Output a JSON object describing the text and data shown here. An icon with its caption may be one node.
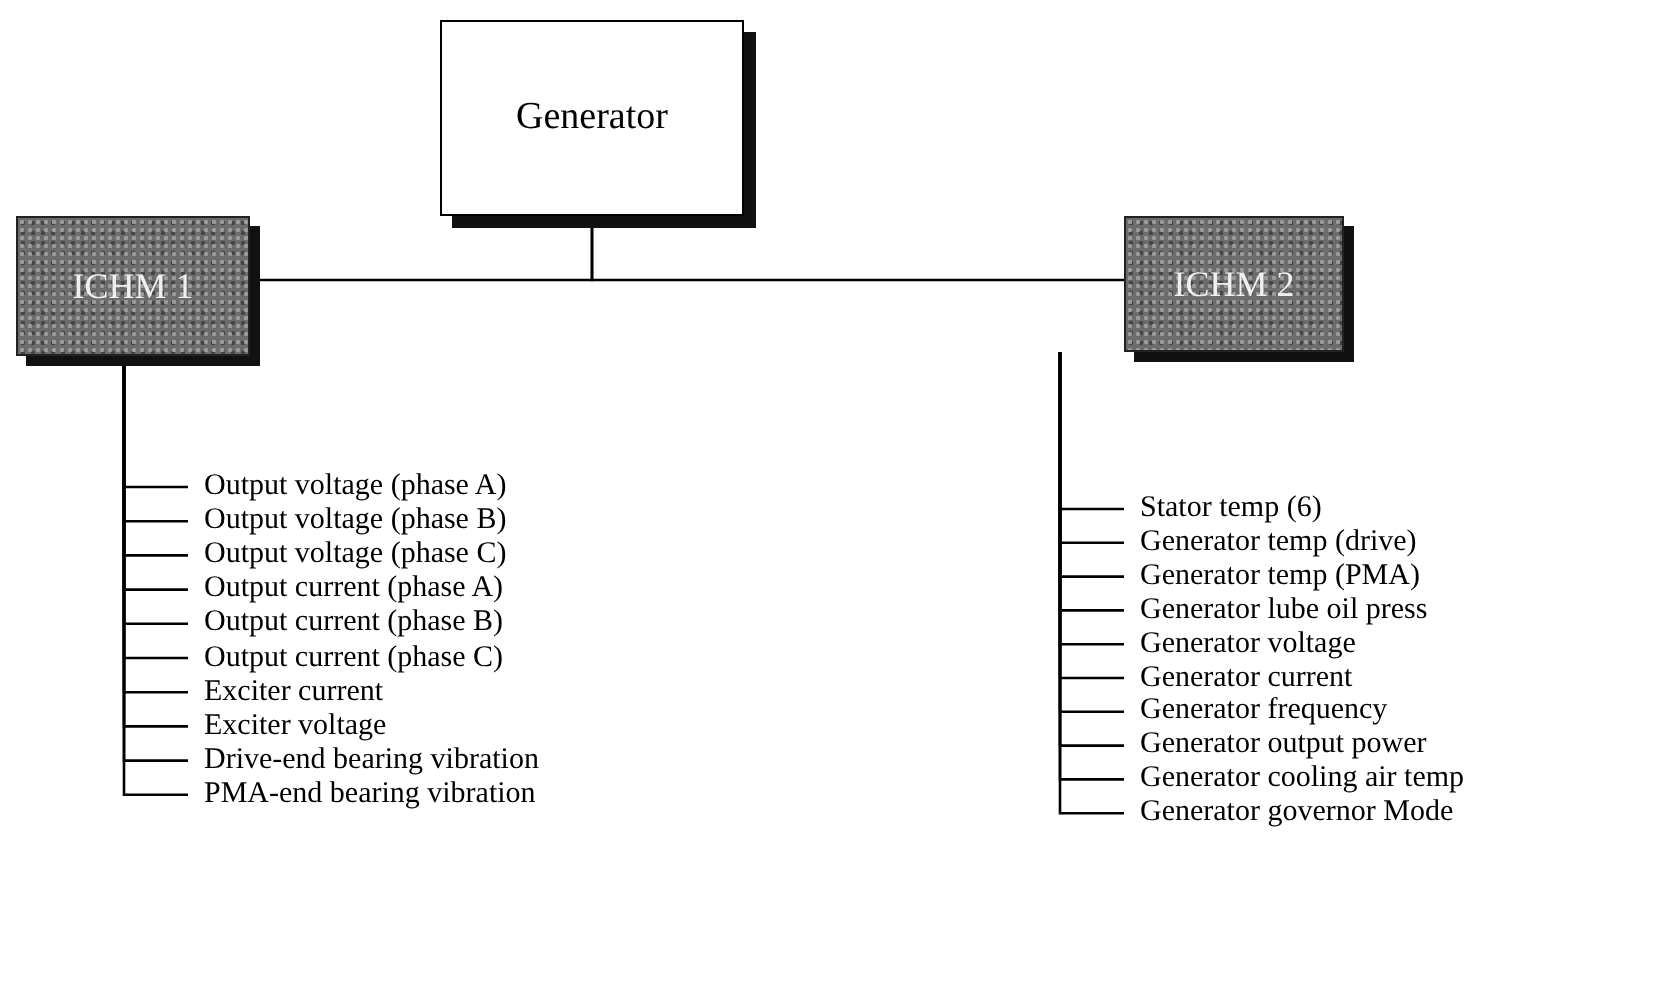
{
  "diagram": {
    "nodes": [
      {
        "text": [
          "Generator"
        ]
      },
      {
        "text": [
          "ICHM 1"
        ]
      },
      {
        "text": [
          "ICHM 2"
        ]
      },
      {
        "text": [
          "Output voltage (phase A)"
        ]
      },
      {
        "text": [
          "Output voltage (phase B)"
        ]
      },
      {
        "text": [
          "Output voltage (phase C)"
        ]
      },
      {
        "text": [
          "Output current (phase A)"
        ]
      },
      {
        "text": [
          "Output current (phase B)"
        ]
      },
      {
        "text": [
          "Output current (phase C)"
        ]
      },
      {
        "text": [
          "Exciter current"
        ]
      },
      {
        "text": [
          "Exciter voltage"
        ]
      },
      {
        "text": [
          "Drive-end bearing vibration"
        ]
      },
      {
        "text": [
          "PMA-end bearing vibration"
        ]
      },
      {
        "text": [
          "Stator temp (6)"
        ]
      },
      {
        "text": [
          "Generator temp (drive)"
        ]
      },
      {
        "text": [
          "Generator temp (PMA)"
        ]
      },
      {
        "text": [
          "Generator lube oil press"
        ]
      },
      {
        "text": [
          "Generator voltage"
        ]
      },
      {
        "text": [
          "Generator current"
        ]
      },
      {
        "text": [
          "Generator frequency"
        ]
      },
      {
        "text": [
          "Generator output power"
        ]
      },
      {
        "text": [
          "Generator cooling air temp"
        ]
      },
      {
        "text": [
          "Generator governor Mode"
        ]
      }
    ],
    "edges": [
      {
        "from": 0,
        "to": 1,
        "arrow": "none"
      },
      {
        "from": 0,
        "to": 2,
        "arrow": "none"
      },
      {
        "from": 1,
        "to": 3,
        "arrow": "none"
      },
      {
        "from": 1,
        "to": 4,
        "arrow": "none"
      },
      {
        "from": 1,
        "to": 5,
        "arrow": "none"
      },
      {
        "from": 1,
        "to": 6,
        "arrow": "none"
      },
      {
        "from": 1,
        "to": 7,
        "arrow": "none"
      },
      {
        "from": 1,
        "to": 8,
        "arrow": "none"
      },
      {
        "from": 1,
        "to": 9,
        "arrow": "none"
      },
      {
        "from": 1,
        "to": 10,
        "arrow": "none"
      },
      {
        "from": 1,
        "to": 11,
        "arrow": "none"
      },
      {
        "from": 1,
        "to": 12,
        "arrow": "none"
      },
      {
        "from": 2,
        "to": 13,
        "arrow": "none"
      },
      {
        "from": 2,
        "to": 14,
        "arrow": "none"
      },
      {
        "from": 2,
        "to": 15,
        "arrow": "none"
      },
      {
        "from": 2,
        "to": 16,
        "arrow": "none"
      },
      {
        "from": 2,
        "to": 17,
        "arrow": "none"
      },
      {
        "from": 2,
        "to": 18,
        "arrow": "none"
      },
      {
        "from": 2,
        "to": 19,
        "arrow": "none"
      },
      {
        "from": 2,
        "to": 20,
        "arrow": "none"
      },
      {
        "from": 2,
        "to": 21,
        "arrow": "none"
      },
      {
        "from": 2,
        "to": 22,
        "arrow": "none"
      }
    ]
  }
}
